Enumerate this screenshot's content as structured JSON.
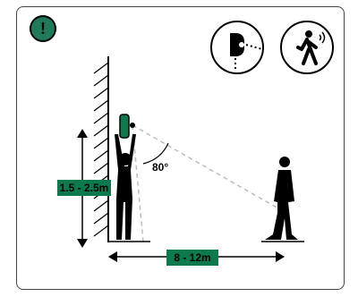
{
  "warning_icon": {
    "glyph": "!",
    "color": "#1f7a57"
  },
  "icons": {
    "sensor_side": "sensor-side-view-icon",
    "motion": "walking-person-motion-icon"
  },
  "labels": {
    "height": "1.5 - 2.5m",
    "distance": "8 - 12m",
    "angle": "80°"
  },
  "colors": {
    "accent": "#0c7a4d",
    "line": "#000000",
    "beam": "#bdbdbd"
  }
}
